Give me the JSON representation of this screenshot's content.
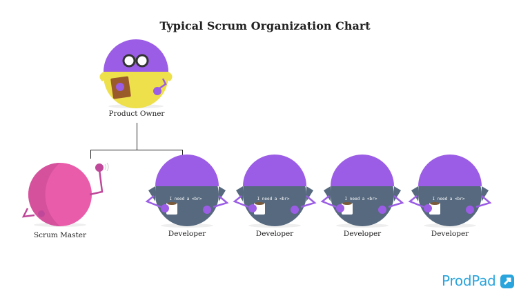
{
  "title": "Typical Scrum Organization Chart",
  "nodes": {
    "product_owner": {
      "label": "Product Owner"
    },
    "scrum_master": {
      "label": "Scrum Master"
    },
    "developers": [
      {
        "label": "Developer",
        "caption": "I need a <br>"
      },
      {
        "label": "Developer",
        "caption": "I need a <br>"
      },
      {
        "label": "Developer",
        "caption": "I need a <br>"
      },
      {
        "label": "Developer",
        "caption": "I need a <br>"
      }
    ]
  },
  "brand": {
    "name": "ProdPad",
    "color": "#2aa4dc"
  },
  "colors": {
    "developer_body": "#56697e",
    "developer_cap": "#9b5de5",
    "scrum_master": "#e45aa8",
    "product_owner": "#f0e04a"
  }
}
